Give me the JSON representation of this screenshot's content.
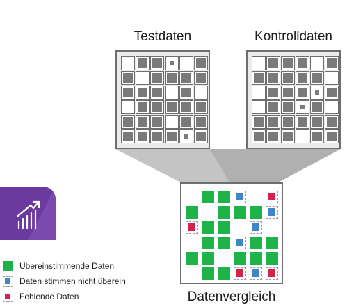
{
  "titles": {
    "test": "Testdaten",
    "control": "Kontrolldaten",
    "compare": "Datenvergleich"
  },
  "grids": {
    "test": [
      [
        "W",
        "F",
        "F",
        "S",
        "W",
        "F"
      ],
      [
        "F",
        "W",
        "F",
        "F",
        "F",
        "F"
      ],
      [
        "F",
        "F",
        "F",
        "W",
        "F",
        "W"
      ],
      [
        "W",
        "F",
        "F",
        "F",
        "F",
        "F"
      ],
      [
        "F",
        "F",
        "F",
        "W",
        "F",
        "F"
      ],
      [
        "F",
        "F",
        "F",
        "F",
        "S",
        "F"
      ]
    ],
    "control": [
      [
        "W",
        "F",
        "F",
        "F",
        "W",
        "F"
      ],
      [
        "F",
        "F",
        "F",
        "F",
        "F",
        "W"
      ],
      [
        "W",
        "F",
        "F",
        "F",
        "S",
        "F"
      ],
      [
        "W",
        "F",
        "F",
        "S",
        "F",
        "W"
      ],
      [
        "F",
        "F",
        "F",
        "F",
        "F",
        "F"
      ],
      [
        "F",
        "F",
        "F",
        "W",
        "F",
        "F"
      ]
    ],
    "compare": [
      [
        "e",
        "g",
        "g",
        "b",
        "e",
        "r"
      ],
      [
        "g",
        "e",
        "g",
        "g",
        "g",
        "b"
      ],
      [
        "r",
        "g",
        "g",
        "e",
        "b",
        "e"
      ],
      [
        "e",
        "g",
        "g",
        "b",
        "g",
        "g"
      ],
      [
        "g",
        "g",
        "e",
        "g",
        "g",
        "g"
      ],
      [
        "e",
        "g",
        "g",
        "r",
        "b",
        "r"
      ]
    ]
  },
  "legend": [
    {
      "key": "match",
      "label": "Übereinstimmende Daten",
      "color": "#1db34a"
    },
    {
      "key": "mismatch",
      "label": "Daten stimmen nicht überein",
      "color": "#3f86c6"
    },
    {
      "key": "missing",
      "label": "Fehlende Daten",
      "color": "#d1234c"
    }
  ],
  "icons": {
    "app": "chart-growth-icon"
  },
  "colors": {
    "brand": "#6b3a9e",
    "funnel": "#bdbdbd",
    "panel_bg": "#ebebeb"
  }
}
